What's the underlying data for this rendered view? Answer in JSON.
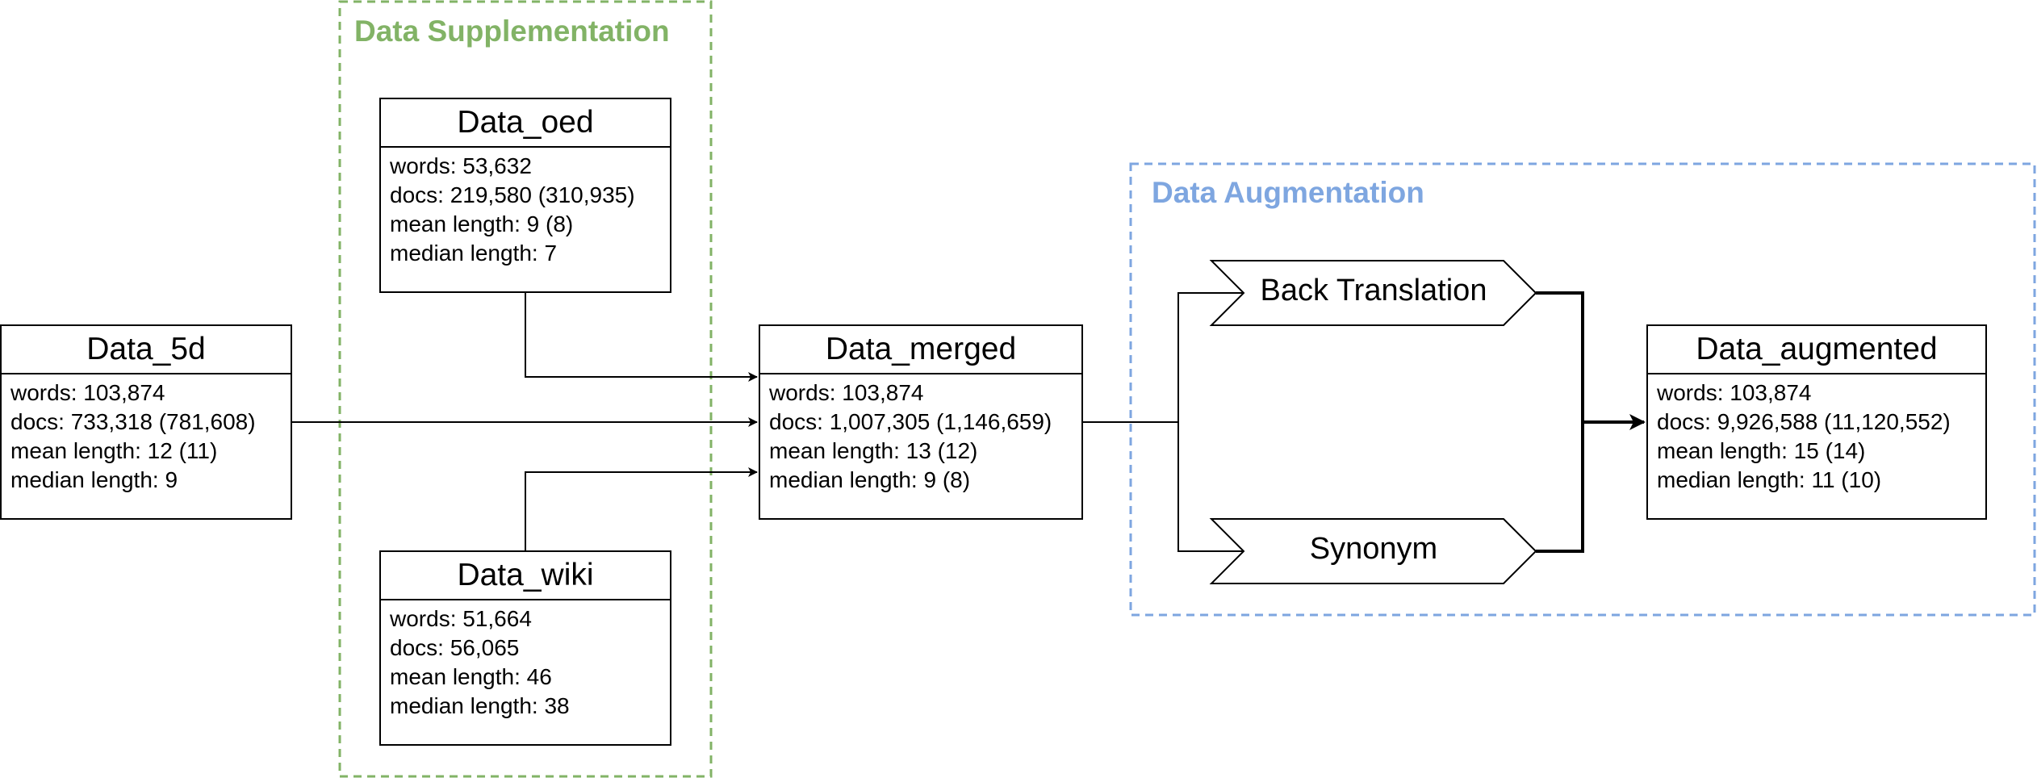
{
  "groups": {
    "supplementation": {
      "title": "Data Supplementation",
      "color": "#82b366"
    },
    "augmentation": {
      "title": "Data Augmentation",
      "color": "#7ea6e0"
    }
  },
  "datasets": {
    "d5": {
      "name": "Data_5d",
      "words": "words: 103,874",
      "docs": "docs: 733,318 (781,608)",
      "mean": "mean length: 12 (11)",
      "median": "median length: 9"
    },
    "oed": {
      "name": "Data_oed",
      "words": "words: 53,632",
      "docs": "docs: 219,580 (310,935)",
      "mean": "mean length: 9 (8)",
      "median": "median length: 7"
    },
    "wiki": {
      "name": "Data_wiki",
      "words": "words: 51,664",
      "docs": "docs: 56,065",
      "mean": "mean length: 46",
      "median": "median length: 38"
    },
    "merged": {
      "name": "Data_merged",
      "words": "words: 103,874",
      "docs": "docs: 1,007,305 (1,146,659)",
      "mean": "mean length: 13 (12)",
      "median": "median length: 9 (8)"
    },
    "augmented": {
      "name": "Data_augmented",
      "words": "words: 103,874",
      "docs": "docs: 9,926,588 (11,120,552)",
      "mean": "mean length: 15 (14)",
      "median": "median length: 11 (10)"
    }
  },
  "processes": {
    "back_translation": "Back Translation",
    "synonym": "Synonym"
  }
}
